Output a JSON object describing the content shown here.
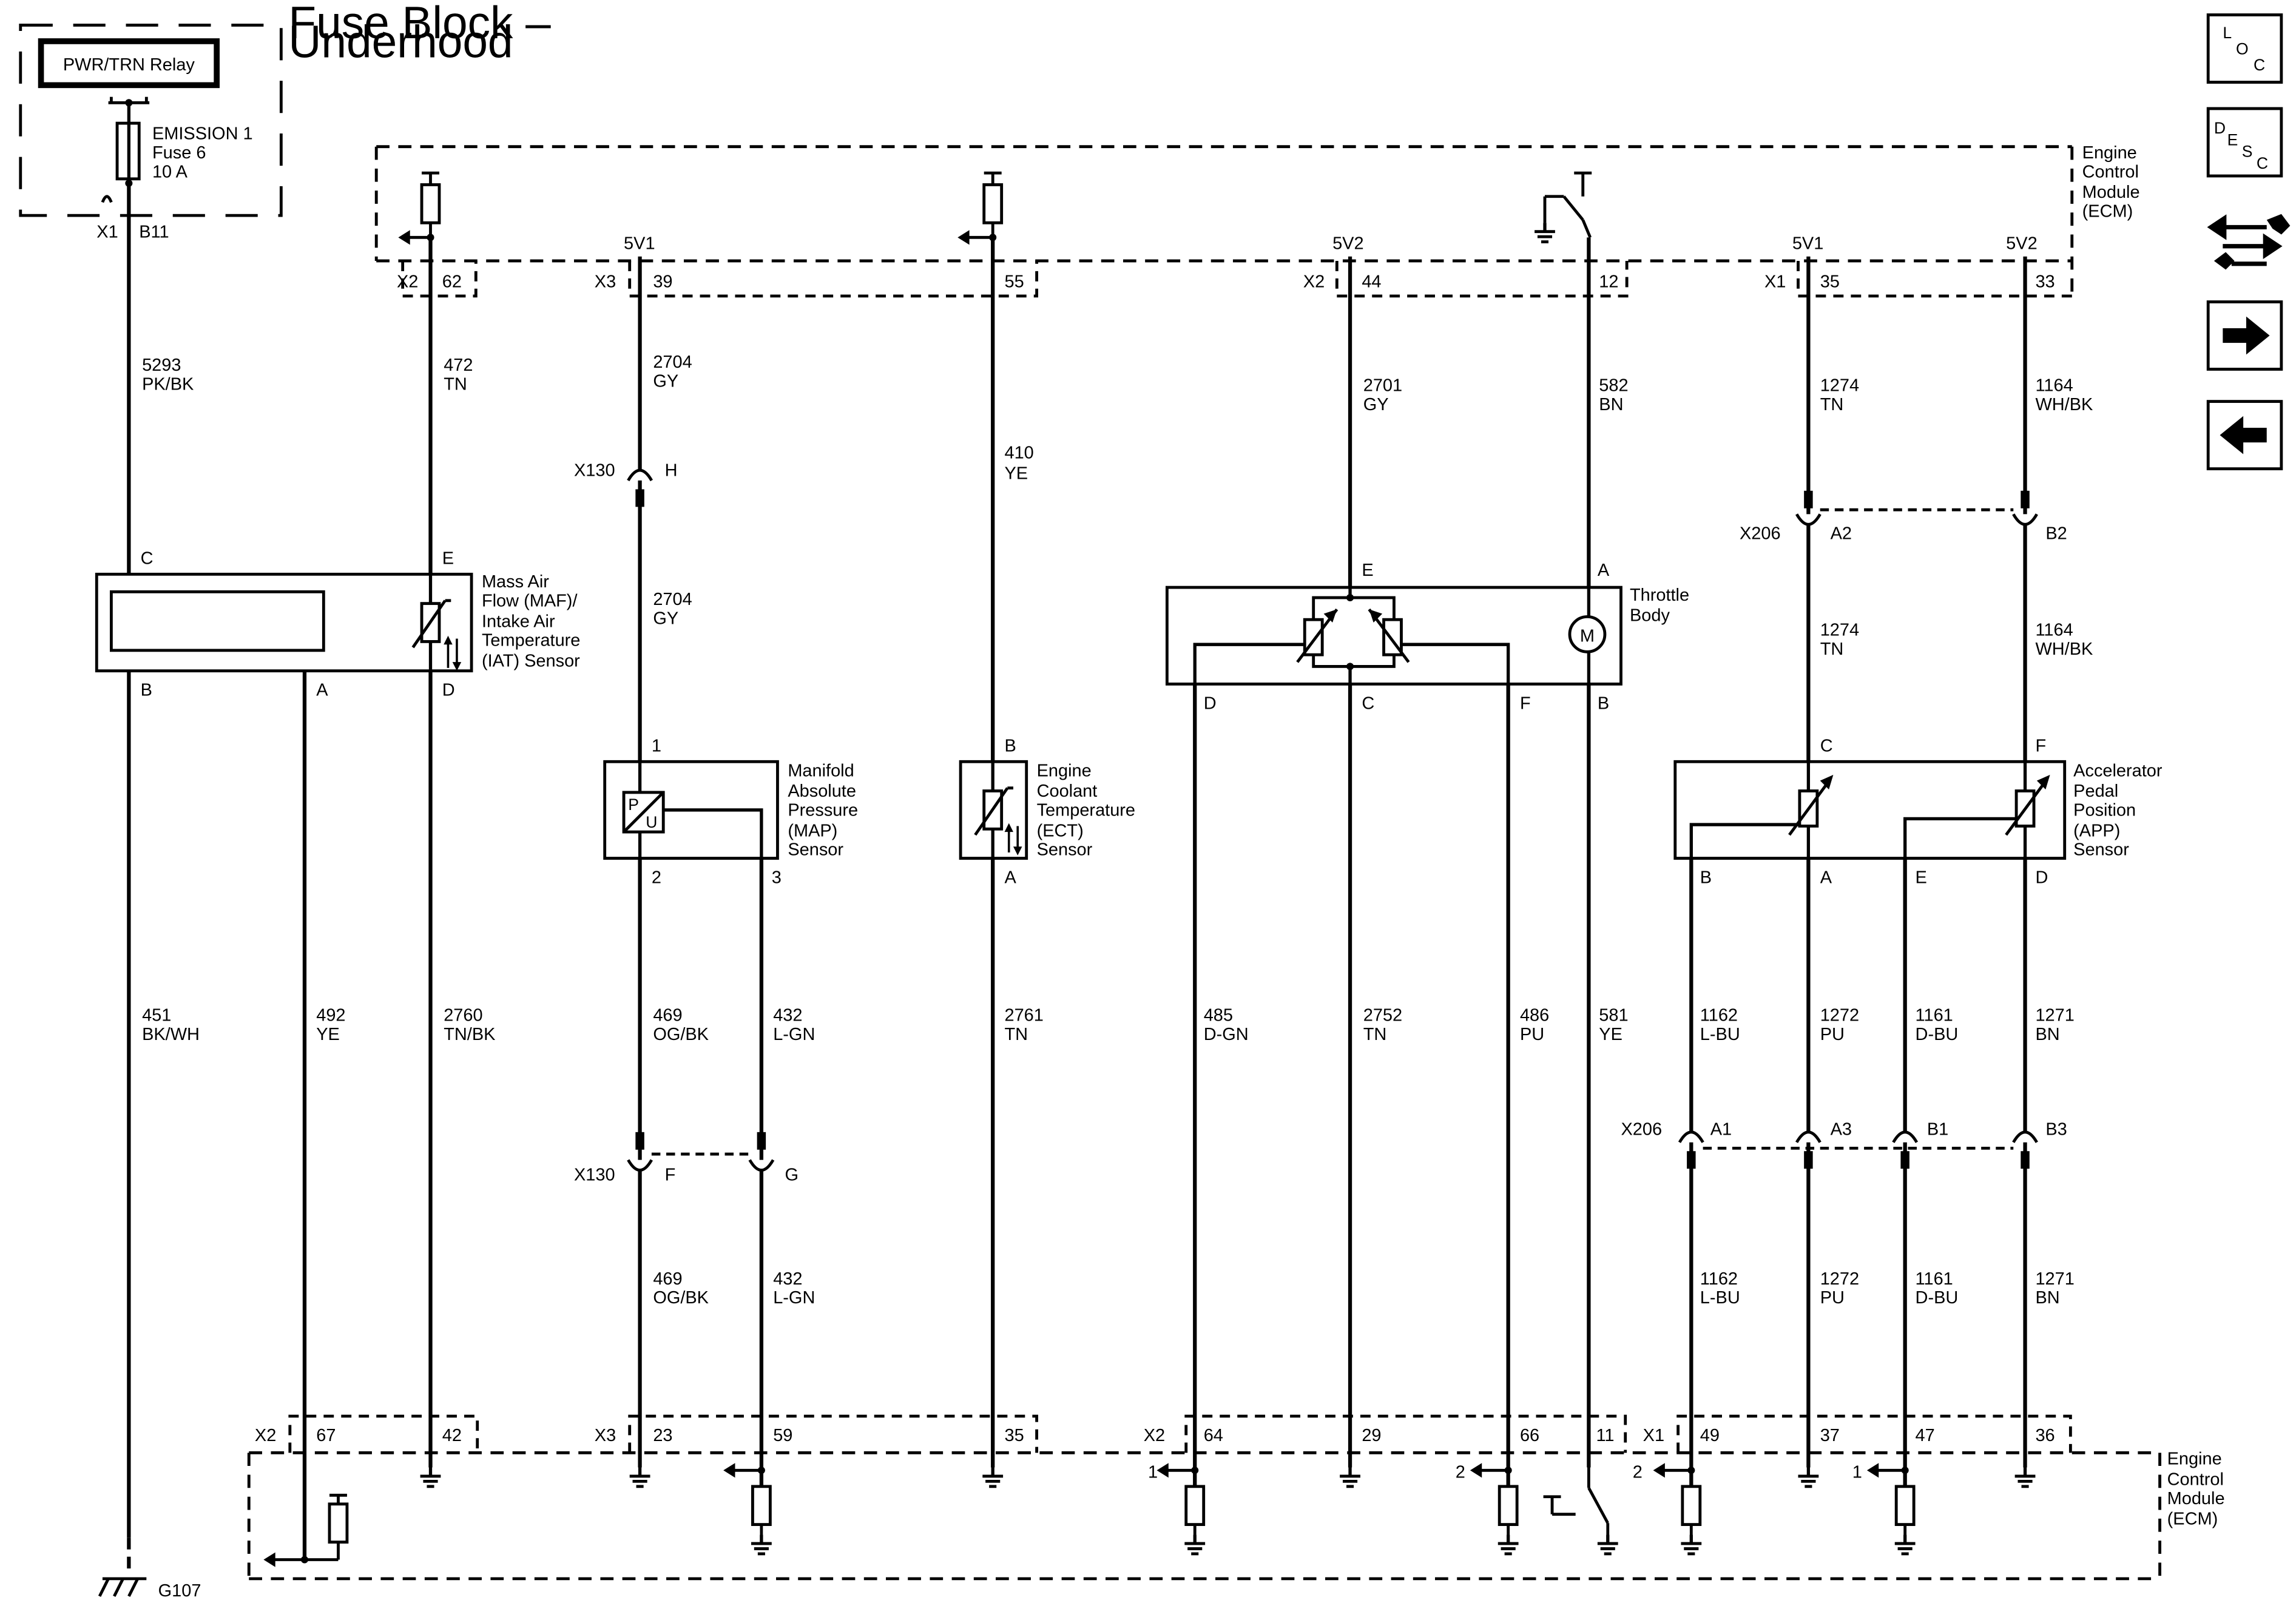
{
  "fuse_block": {
    "title": [
      "Fuse Block –",
      "Underhood"
    ],
    "relay": "PWR/TRN Relay",
    "fuse": [
      "EMISSION 1",
      "Fuse 6",
      "10 A"
    ],
    "conn": "X1",
    "pin": "B11"
  },
  "ecm_top": {
    "label": [
      "Engine",
      "Control",
      "Module",
      "(ECM)"
    ]
  },
  "ecm_bottom": {
    "label": [
      "Engine",
      "Control",
      "Module",
      "(ECM)"
    ]
  },
  "nav": {
    "loc": "LOC",
    "desc": "DESC"
  },
  "top_connectors": {
    "x2a": "X2",
    "x3": "X3",
    "x2b": "X2",
    "x1": "X1"
  },
  "refs": {
    "r1": "5V1",
    "r2": "5V2",
    "r3": "5V1",
    "r4": "5V2"
  },
  "top_pins": {
    "p62": "62",
    "p39": "39",
    "p55": "55",
    "p44": "44",
    "p12": "12",
    "p35": "35",
    "p33": "33"
  },
  "wires_upper": {
    "w1": [
      "5293",
      "PK/BK"
    ],
    "w2": [
      "472",
      "TN"
    ],
    "w3": [
      "2704",
      "GY"
    ],
    "w3b": [
      "2704",
      "GY"
    ],
    "w4": [
      "410",
      "YE"
    ],
    "w5": [
      "2701",
      "GY"
    ],
    "w6": [
      "582",
      "BN"
    ],
    "w7": [
      "1274",
      "TN"
    ],
    "w8": [
      "1164",
      "WH/BK"
    ],
    "w7b": [
      "1274",
      "TN"
    ],
    "w8b": [
      "1164",
      "WH/BK"
    ]
  },
  "x130": {
    "name": "X130",
    "pinH": "H",
    "name2": "X130",
    "pinF": "F",
    "pinG": "G"
  },
  "x206": {
    "name": "X206",
    "pinA2": "A2",
    "pinB2": "B2",
    "name2": "X206",
    "pinA1": "A1",
    "pinA3": "A3",
    "pinB1": "B1",
    "pinB3": "B3"
  },
  "maf": {
    "label": [
      "Mass Air",
      "Flow (MAF)/",
      "Intake Air",
      "Temperature",
      "(IAT) Sensor"
    ],
    "pC": "C",
    "pE": "E",
    "pB": "B",
    "pA": "A",
    "pD": "D"
  },
  "map": {
    "label": [
      "Manifold",
      "Absolute",
      "Pressure",
      "(MAP)",
      "Sensor"
    ],
    "p1": "1",
    "p2": "2",
    "p3": "3",
    "glyphP": "P",
    "glyphU": "U"
  },
  "ect": {
    "label": [
      "Engine",
      "Coolant",
      "Temperature",
      "(ECT)",
      "Sensor"
    ],
    "pB": "B",
    "pA": "A"
  },
  "throttle": {
    "label": [
      "Throttle",
      "Body"
    ],
    "pE": "E",
    "pA": "A",
    "pD": "D",
    "pC": "C",
    "pF": "F",
    "pB": "B",
    "motor": "M"
  },
  "app": {
    "label": [
      "Accelerator",
      "Pedal",
      "Position",
      "(APP)",
      "Sensor"
    ],
    "pC": "C",
    "pF": "F",
    "pB": "B",
    "pA": "A",
    "pE": "E",
    "pD": "D"
  },
  "wires_lower": {
    "l1": [
      "451",
      "BK/WH"
    ],
    "l2": [
      "492",
      "YE"
    ],
    "l3": [
      "2760",
      "TN/BK"
    ],
    "l4": [
      "469",
      "OG/BK"
    ],
    "l5": [
      "432",
      "L-GN"
    ],
    "l4b": [
      "469",
      "OG/BK"
    ],
    "l5b": [
      "432",
      "L-GN"
    ],
    "l6": [
      "2761",
      "TN"
    ],
    "l7": [
      "485",
      "D-GN"
    ],
    "l8": [
      "2752",
      "TN"
    ],
    "l9": [
      "486",
      "PU"
    ],
    "l10": [
      "581",
      "YE"
    ],
    "l11": [
      "1162",
      "L-BU"
    ],
    "l12": [
      "1272",
      "PU"
    ],
    "l13": [
      "1161",
      "D-BU"
    ],
    "l14": [
      "1271",
      "BN"
    ],
    "l11b": [
      "1162",
      "L-BU"
    ],
    "l12b": [
      "1272",
      "PU"
    ],
    "l13b": [
      "1161",
      "D-BU"
    ],
    "l14b": [
      "1271",
      "BN"
    ]
  },
  "bottom_connectors": {
    "x2a": "X2",
    "x3": "X3",
    "x2b": "X2",
    "x1": "X1"
  },
  "bottom_pins": {
    "p67": "67",
    "p42": "42",
    "p23": "23",
    "p59": "59",
    "p35": "35",
    "p64": "64",
    "p29": "29",
    "p66": "66",
    "p11": "11",
    "p49": "49",
    "p37": "37",
    "p47": "47",
    "p36": "36"
  },
  "refnums": {
    "n64": "1",
    "n66": "2",
    "n49": "2",
    "n47": "1"
  },
  "ground": {
    "name": "G107"
  }
}
